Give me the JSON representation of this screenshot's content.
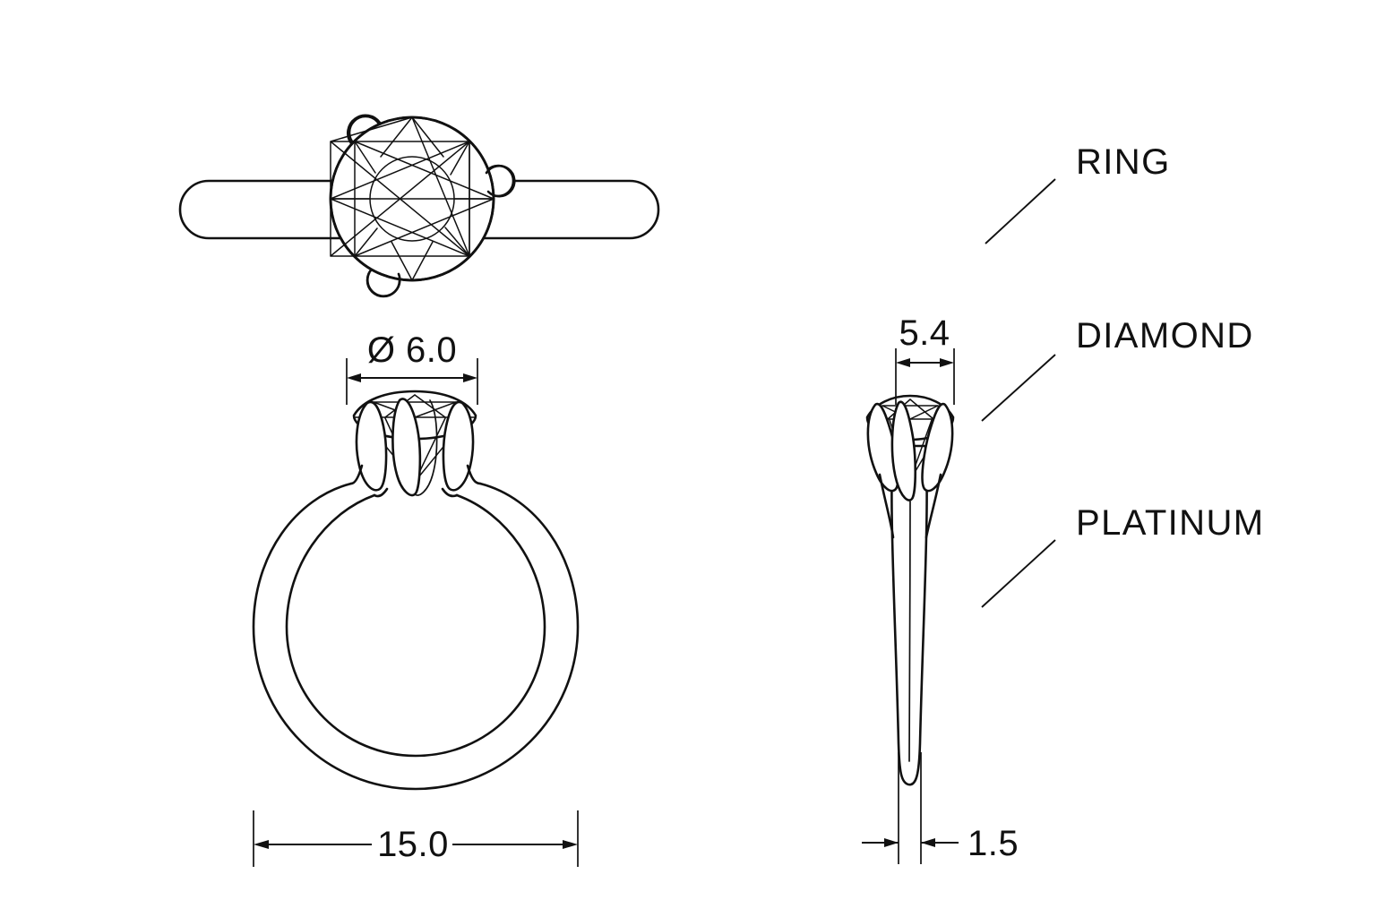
{
  "drawing": {
    "title": "Solitaire Ring Technical Drawing",
    "background_color": "#ffffff",
    "line_color": "#111111",
    "views": [
      {
        "name": "top-view",
        "description": "Top view of ring band with round brilliant diamond and three prongs"
      },
      {
        "name": "front-view",
        "description": "Front elevation of ring showing band circle and prong head"
      },
      {
        "name": "side-view",
        "description": "Side elevation of ring showing tapered shank and stone head"
      }
    ]
  },
  "dimensions": {
    "stone_diameter": {
      "value": "Ø  6.0",
      "view": "front-view",
      "unit_implied": "mm"
    },
    "ring_outer_width": {
      "value": "15.0",
      "view": "front-view",
      "unit_implied": "mm"
    },
    "head_width": {
      "value": "5.4",
      "view": "side-view",
      "unit_implied": "mm"
    },
    "shank_thickness": {
      "value": "1.5",
      "view": "side-view",
      "unit_implied": "mm"
    }
  },
  "callouts": [
    {
      "id": "ring",
      "label": "RING"
    },
    {
      "id": "diamond",
      "label": "DIAMOND"
    },
    {
      "id": "platinum",
      "label": "PLATINUM"
    }
  ]
}
